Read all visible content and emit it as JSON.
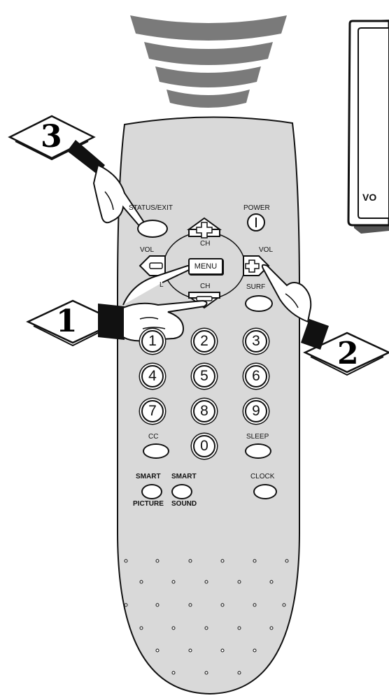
{
  "remote": {
    "labels": {
      "status_exit": "STATUS/EXIT",
      "power": "POWER",
      "ch_up": "CH",
      "ch_down": "CH",
      "vol_left": "VOL",
      "vol_right": "VOL",
      "menu": "MENU",
      "surf": "SURF",
      "cc": "CC",
      "sleep": "SLEEP",
      "smart_picture_top": "SMART",
      "smart_picture_bottom": "PICTURE",
      "smart_sound_top": "SMART",
      "smart_sound_bottom": "SOUND",
      "clock": "CLOCK",
      "vol_hidden": "L"
    },
    "number_keys": [
      "1",
      "2",
      "3",
      "4",
      "5",
      "6",
      "7",
      "8",
      "9",
      "0"
    ]
  },
  "steps": {
    "step1": "1",
    "step2": "2",
    "step3": "3"
  },
  "tv": {
    "screen_text": "VO"
  },
  "colors": {
    "remote_body": "#d9d9d9",
    "signal_waves": "#7a7a7a",
    "outline": "#111111"
  }
}
